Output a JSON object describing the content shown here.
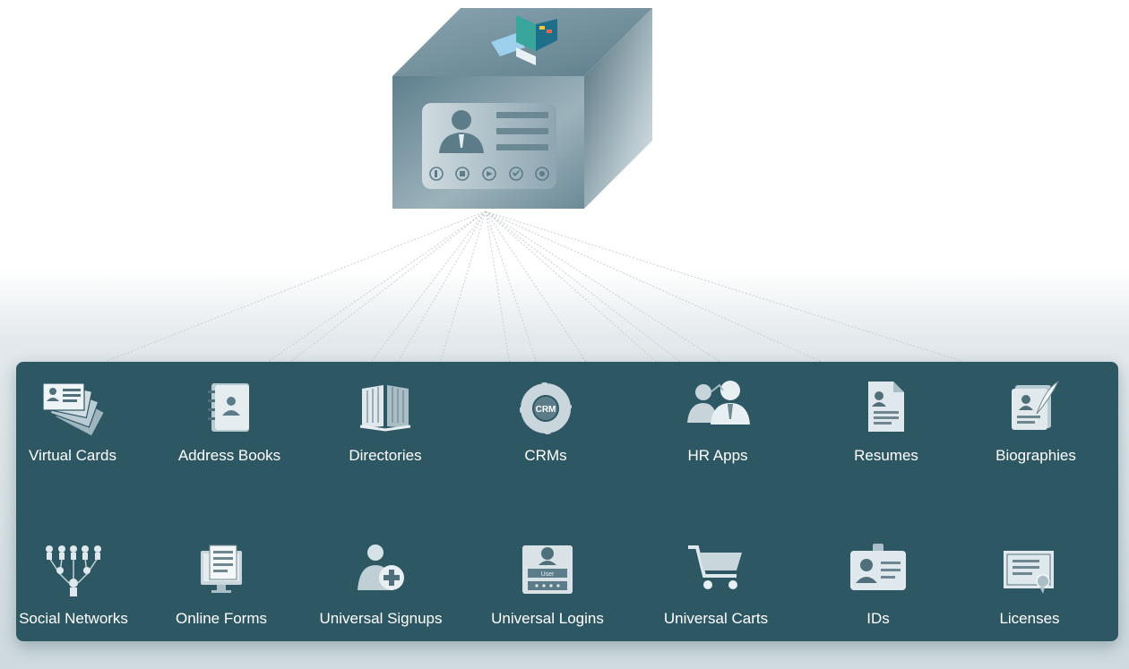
{
  "hub": {
    "name": "Digital identity card box"
  },
  "colors": {
    "panel": "#2e5764",
    "edge": "#ffffff",
    "edge_dashed": "#c8cfd2",
    "icon_light": "#f2f5f6",
    "icon_dark": "#6e8791"
  },
  "targets": {
    "virtual_cards": {
      "label": "Virtual Cards",
      "icon": "virtual-cards-icon"
    },
    "address_books": {
      "label": "Address Books",
      "icon": "address-book-icon"
    },
    "directories": {
      "label": "Directories",
      "icon": "open-book-icon"
    },
    "crms": {
      "label": "CRMs",
      "icon": "crm-cycle-icon",
      "icon_text": "CRM"
    },
    "hr_apps": {
      "label": "HR Apps",
      "icon": "people-group-icon"
    },
    "resumes": {
      "label": "Resumes",
      "icon": "resume-document-icon"
    },
    "biographies": {
      "label": "Biographies",
      "icon": "biography-quill-icon"
    },
    "social_networks": {
      "label": "Social Networks",
      "icon": "network-people-icon"
    },
    "online_forms": {
      "label": "Online Forms",
      "icon": "monitor-form-icon"
    },
    "universal_signups": {
      "label": "Universal Signups",
      "icon": "user-add-icon"
    },
    "universal_logins": {
      "label": "Universal Logins",
      "icon": "login-screen-icon",
      "icon_text": "User"
    },
    "universal_carts": {
      "label": "Universal Carts",
      "icon": "shopping-cart-icon"
    },
    "ids": {
      "label": "IDs",
      "icon": "id-badge-icon"
    },
    "licenses": {
      "label": "Licenses",
      "icon": "certificate-icon"
    }
  }
}
